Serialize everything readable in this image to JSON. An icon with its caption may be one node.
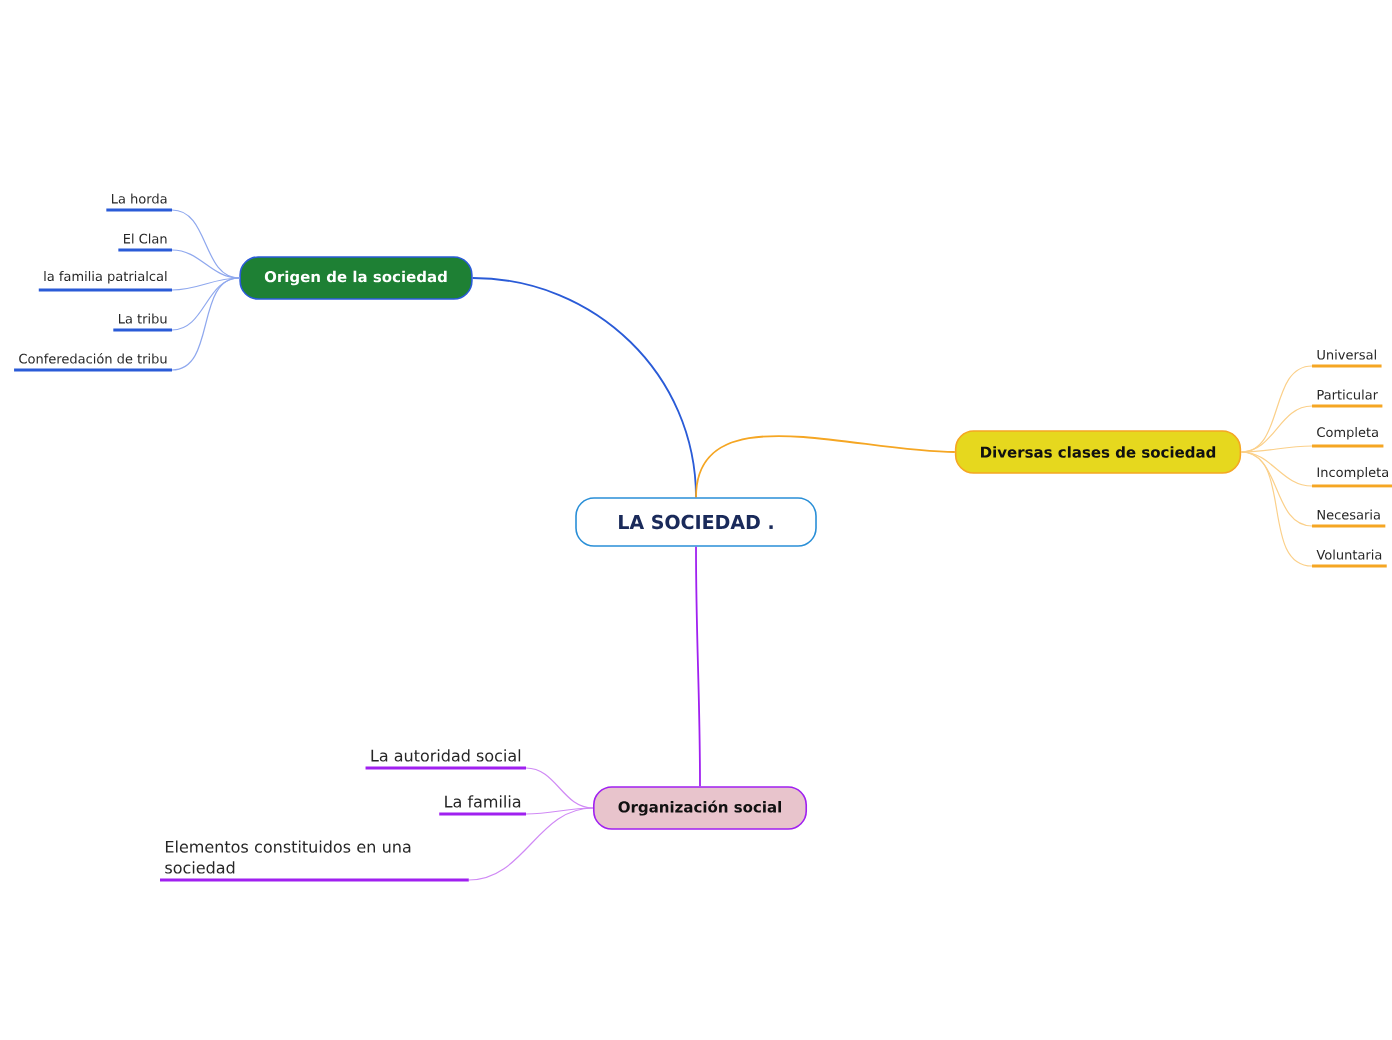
{
  "diagram": {
    "nodes": [
      {
        "text": [
          "LA SOCIEDAD ."
        ]
      },
      {
        "text": [
          "Origen de la sociedad"
        ]
      },
      {
        "text": [
          "La horda"
        ]
      },
      {
        "text": [
          "El Clan"
        ]
      },
      {
        "text": [
          "la familia patrialcal"
        ]
      },
      {
        "text": [
          "La tribu"
        ]
      },
      {
        "text": [
          "Conferedación de tribu"
        ]
      },
      {
        "text": [
          "Diversas clases de sociedad"
        ]
      },
      {
        "text": [
          "Universal"
        ]
      },
      {
        "text": [
          "Particular"
        ]
      },
      {
        "text": [
          "Completa"
        ]
      },
      {
        "text": [
          "Incompleta"
        ]
      },
      {
        "text": [
          "Necesaria"
        ]
      },
      {
        "text": [
          "Voluntaria"
        ]
      },
      {
        "text": [
          "Organización social"
        ]
      },
      {
        "text": [
          "La autoridad social"
        ]
      },
      {
        "text": [
          "La familia"
        ]
      },
      {
        "text": [
          "Elementos constituidos en una sociedad"
        ]
      }
    ],
    "edges": [
      {
        "from": 0,
        "to": 1,
        "arrow": "none",
        "color": "#2a5bd7"
      },
      {
        "from": 1,
        "to": 2,
        "arrow": "none",
        "color": "#8fa8ee"
      },
      {
        "from": 1,
        "to": 3,
        "arrow": "none",
        "color": "#8fa8ee"
      },
      {
        "from": 1,
        "to": 4,
        "arrow": "none",
        "color": "#8fa8ee"
      },
      {
        "from": 1,
        "to": 5,
        "arrow": "none",
        "color": "#8fa8ee"
      },
      {
        "from": 1,
        "to": 6,
        "arrow": "none",
        "color": "#8fa8ee"
      },
      {
        "from": 0,
        "to": 7,
        "arrow": "none",
        "color": "#f5a623"
      },
      {
        "from": 7,
        "to": 8,
        "arrow": "none",
        "color": "#fbd08a"
      },
      {
        "from": 7,
        "to": 9,
        "arrow": "none",
        "color": "#fbd08a"
      },
      {
        "from": 7,
        "to": 10,
        "arrow": "none",
        "color": "#fbd08a"
      },
      {
        "from": 7,
        "to": 11,
        "arrow": "none",
        "color": "#fbd08a"
      },
      {
        "from": 7,
        "to": 12,
        "arrow": "none",
        "color": "#fbd08a"
      },
      {
        "from": 7,
        "to": 13,
        "arrow": "none",
        "color": "#fbd08a"
      },
      {
        "from": 0,
        "to": 14,
        "arrow": "none",
        "color": "#a020f0"
      },
      {
        "from": 14,
        "to": 15,
        "arrow": "none",
        "color": "#d08af5"
      },
      {
        "from": 14,
        "to": 16,
        "arrow": "none",
        "color": "#d08af5"
      },
      {
        "from": 14,
        "to": 17,
        "arrow": "none",
        "color": "#d08af5"
      }
    ]
  }
}
